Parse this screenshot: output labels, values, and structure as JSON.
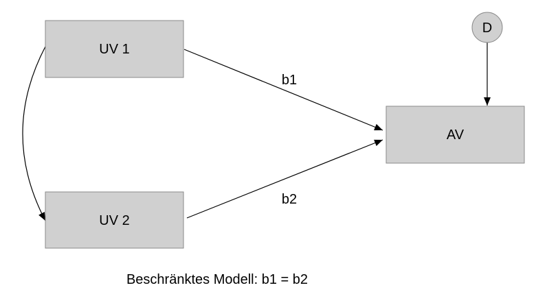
{
  "nodes": {
    "uv1": {
      "label": "UV 1"
    },
    "uv2": {
      "label": "UV 2"
    },
    "av": {
      "label": "AV"
    },
    "d": {
      "label": "D"
    }
  },
  "edges": {
    "uv1_av": {
      "label": "b1"
    },
    "uv2_av": {
      "label": "b2"
    }
  },
  "caption": "Beschränktes Modell: b1 = b2",
  "colors": {
    "node_fill": "#d0d0d0",
    "node_stroke": "#8a8a8a",
    "line": "#000000",
    "background": "#ffffff"
  }
}
